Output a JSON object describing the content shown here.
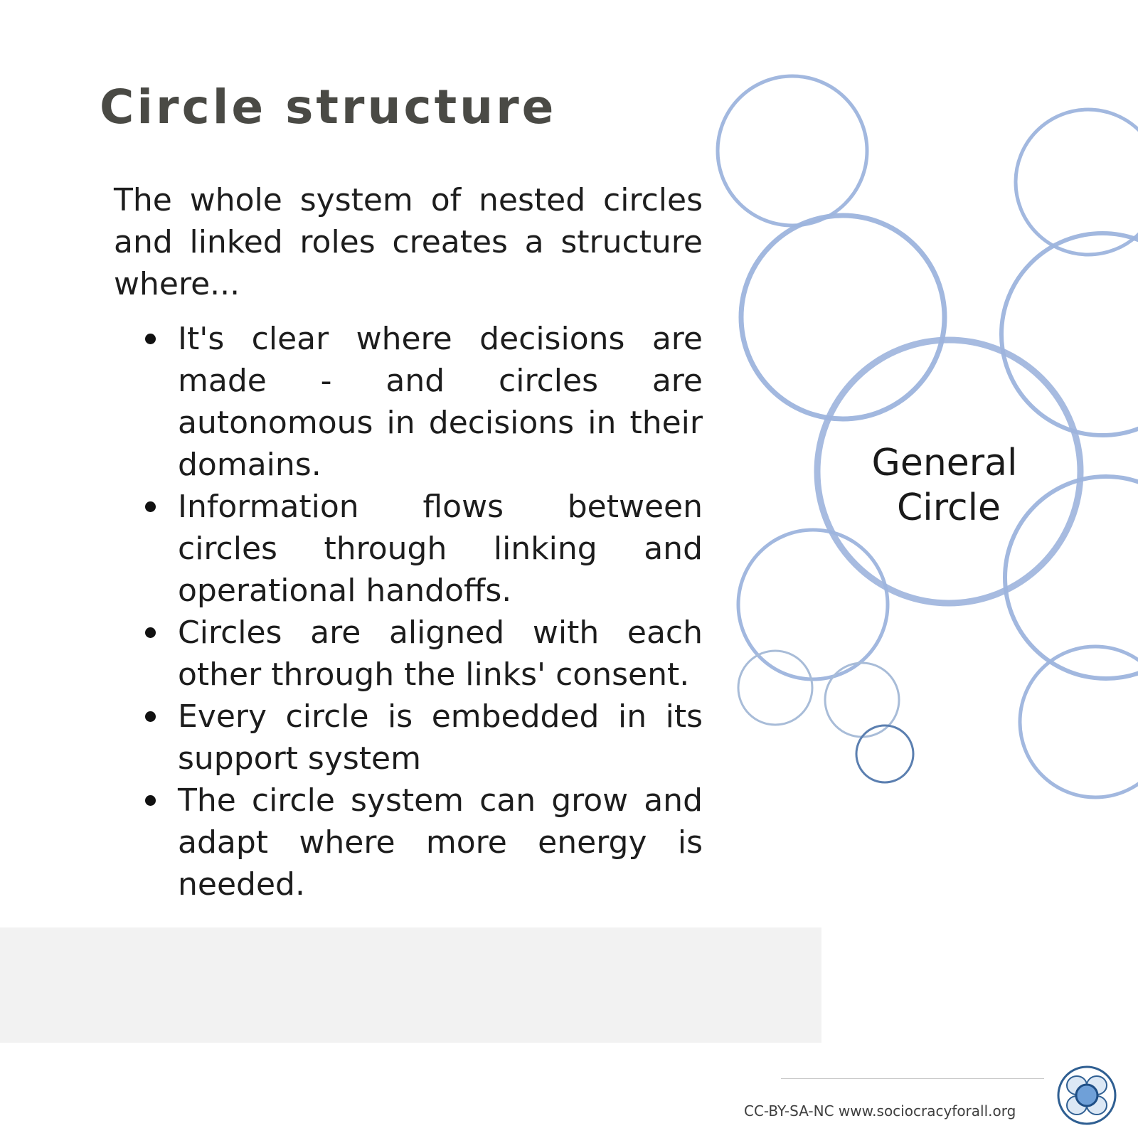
{
  "title": "Circle structure",
  "intro": "The whole system of nested circles and linked roles creates a structure where...",
  "bullets": [
    "It's clear where decisions are made - and circles are autonomous in decisions in their domains.",
    "Information flows between circles through linking and operational handoffs.",
    "Circles are aligned with each other through the links' consent.",
    "Every circle is embedded in its support system",
    "The circle system can grow and adapt where more energy is needed."
  ],
  "diagram": {
    "center_label_line1": "General",
    "center_label_line2": "Circle",
    "circle_color": "#9db4dd",
    "small_circle_color": "#5b7fb0"
  },
  "footer": {
    "license": "CC-BY-SA-NC www.sociocracyforall.org"
  },
  "logo_icon": "sociocracy-for-all-logo-icon"
}
